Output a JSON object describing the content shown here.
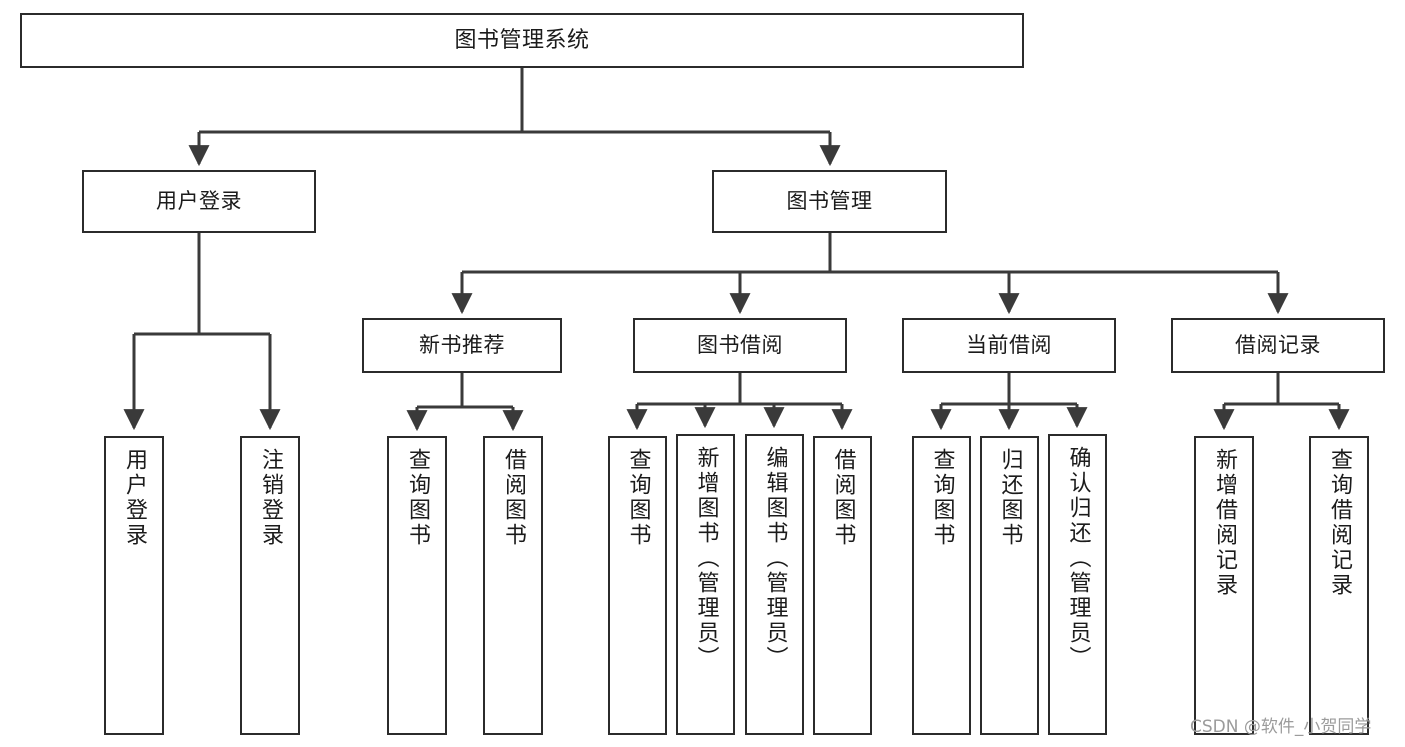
{
  "diagram": {
    "type": "tree",
    "title": "图书管理系统",
    "orientation": "top-down",
    "colors": {
      "background": "#ffffff",
      "box_border": "#2b2b2b",
      "box_fill": "#ffffff",
      "connector": "#3a3a3a",
      "text": "#1b1b1b",
      "watermark": "#9b9b9b"
    },
    "root": {
      "label": "图书管理系统"
    },
    "level1": [
      {
        "label": "用户登录"
      },
      {
        "label": "图书管理"
      }
    ],
    "level2": [
      {
        "label": "新书推荐"
      },
      {
        "label": "图书借阅"
      },
      {
        "label": "当前借阅"
      },
      {
        "label": "借阅记录"
      }
    ],
    "leaves": {
      "user_login": [
        {
          "label": "用户登录"
        },
        {
          "label": "注销登录"
        }
      ],
      "new_book_recommend": [
        {
          "label": "查询图书"
        },
        {
          "label": "借阅图书"
        }
      ],
      "book_borrow": [
        {
          "label": "查询图书"
        },
        {
          "label": "新增图书（管理员）"
        },
        {
          "label": "编辑图书（管理员）"
        },
        {
          "label": "借阅图书"
        }
      ],
      "current_borrow": [
        {
          "label": "查询图书"
        },
        {
          "label": "归还图书"
        },
        {
          "label": "确认归还（管理员）"
        }
      ],
      "borrow_record": [
        {
          "label": "新增借阅记录"
        },
        {
          "label": "查询借阅记录"
        }
      ]
    }
  },
  "watermark": {
    "text": "CSDN @软件_小贺同学"
  }
}
